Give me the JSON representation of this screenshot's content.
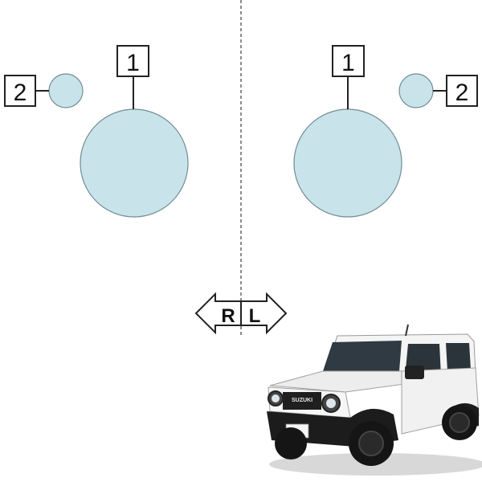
{
  "diagram": {
    "callouts": {
      "left_large": "1",
      "left_small": "2",
      "right_large": "1",
      "right_small": "2"
    },
    "direction_indicator": {
      "right_letter": "R",
      "left_letter": "L"
    },
    "vehicle": {
      "brand_badge": "SUZUKI"
    }
  },
  "colors": {
    "lens_fill": "#c9e3ea",
    "lens_stroke": "#6f8c94",
    "outline": "#222222",
    "centerline": "#666666",
    "car_body": "#f2f2f2",
    "car_trim": "#1c1c1c"
  }
}
